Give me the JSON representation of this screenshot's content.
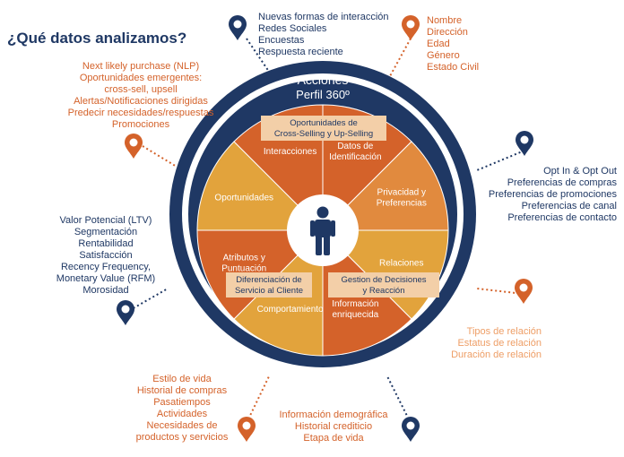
{
  "title": "¿Qué datos analizamos?",
  "ring": {
    "outer_label": "Acciones",
    "inner_label": "Perfil 360º"
  },
  "segments": [
    {
      "label": "Datos de\nIdentificación",
      "color": "#d4622a"
    },
    {
      "label": "Privacidad y\nPreferencias",
      "color": "#e18a3e"
    },
    {
      "label": "Relaciones",
      "color": "#e2a33c"
    },
    {
      "label": "Información\nenriquecida",
      "color": "#d4622a"
    },
    {
      "label": "Comportamiento",
      "color": "#e2a33c"
    },
    {
      "label": "Atributos y\nPuntuación",
      "color": "#d4622a"
    },
    {
      "label": "Oportunidades",
      "color": "#e2a33c"
    },
    {
      "label": "Interacciones",
      "color": "#d4622a"
    }
  ],
  "boxes": [
    {
      "label": "Oportunidades de\nCross-Selling y Up-Selling"
    },
    {
      "label": "Diferenciación de\nServicio al Cliente"
    },
    {
      "label": "Gestion de Decisiones\ny Reacción"
    }
  ],
  "groups": [
    {
      "lines": [
        "Nuevas formas de interacción",
        "Redes Sociales",
        "Encuestas",
        "Respuesta reciente"
      ]
    },
    {
      "lines": [
        "Nombre",
        "Dirección",
        "Edad",
        "Género",
        "Estado Civil"
      ]
    },
    {
      "lines": [
        "Next likely purchase (NLP)",
        "Oportunidades emergentes:",
        "cross-sell, upsell",
        "Alertas/Notificaciones dirigidas",
        "Predecir necesidades/respuestas",
        "Promociones"
      ]
    },
    {
      "lines": [
        "Opt In & Opt Out",
        "Preferencias de compras",
        "Preferencias de promociones",
        "Preferencias de canal",
        "Preferencias de contacto"
      ]
    },
    {
      "lines": [
        "Valor Potencial (LTV)",
        "Segmentación",
        "Rentabilidad",
        "Satisfacción",
        "Recency Frequency,",
        "Monetary Value (RFM)",
        "Morosidad"
      ]
    },
    {
      "lines": [
        "Tipos de relación",
        "Estatus de relación",
        "Duración de relación"
      ]
    },
    {
      "lines": [
        "Estilo de vida",
        "Historial de compras",
        "Pasatiempos",
        "Actividades",
        "Necesidades de",
        "productos y servicios"
      ]
    },
    {
      "lines": [
        "Información demográfica",
        "Historial crediticio",
        "Etapa de vida"
      ]
    }
  ],
  "colors": {
    "navy": "#1f3864",
    "orange_dark": "#d4622a",
    "orange_mid": "#e18a3e",
    "orange_light": "#e2a33c",
    "label_box": "#f3cfa8",
    "person": "#1f3864"
  },
  "icons": [
    "map-pin-icon",
    "person-icon"
  ]
}
